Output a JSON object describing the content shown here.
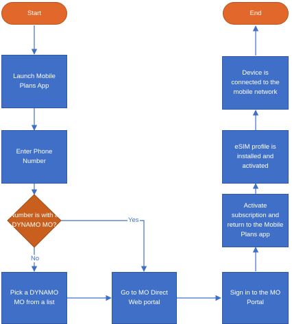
{
  "nodes": {
    "start": "Start",
    "end": "End",
    "launch": "Launch Mobile Plans App",
    "enter_phone": "Enter Phone Number",
    "decision": "Number is with a DYNAMO MO?",
    "pick_mo": "Pick a DYNAMO MO from a list",
    "go_portal": "Go to MO Direct Web portal",
    "sign_in": "Sign in to the MO Portal",
    "activate": "Activate subscription and return to the Mobile Plans app",
    "esim": "eSIM profile is installed and activated",
    "connected": "Device is connected to the mobile network"
  },
  "edges": {
    "yes": "Yes",
    "no": "No"
  },
  "colors": {
    "terminal": "#e2672a",
    "process": "#3f6fc7",
    "decision": "#c95f1e",
    "connector": "#3f6fc7"
  }
}
